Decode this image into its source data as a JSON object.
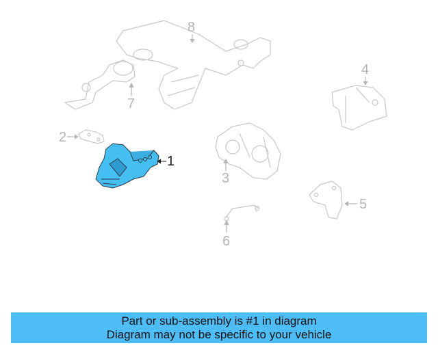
{
  "diagram": {
    "highlight_color": "#45bff2",
    "line_color": "#c8c8c8",
    "parts": [
      {
        "number": "1",
        "label": "1",
        "highlighted": true
      },
      {
        "number": "2",
        "label": "2",
        "highlighted": false
      },
      {
        "number": "3",
        "label": "3",
        "highlighted": false
      },
      {
        "number": "4",
        "label": "4",
        "highlighted": false
      },
      {
        "number": "5",
        "label": "5",
        "highlighted": false
      },
      {
        "number": "6",
        "label": "6",
        "highlighted": false
      },
      {
        "number": "7",
        "label": "7",
        "highlighted": false
      },
      {
        "number": "8",
        "label": "8",
        "highlighted": false
      }
    ]
  },
  "banner": {
    "line1": "Part or sub-assembly is #1 in diagram",
    "line2": "Diagram may not be specific to your vehicle",
    "background": "#4fbdf5"
  }
}
